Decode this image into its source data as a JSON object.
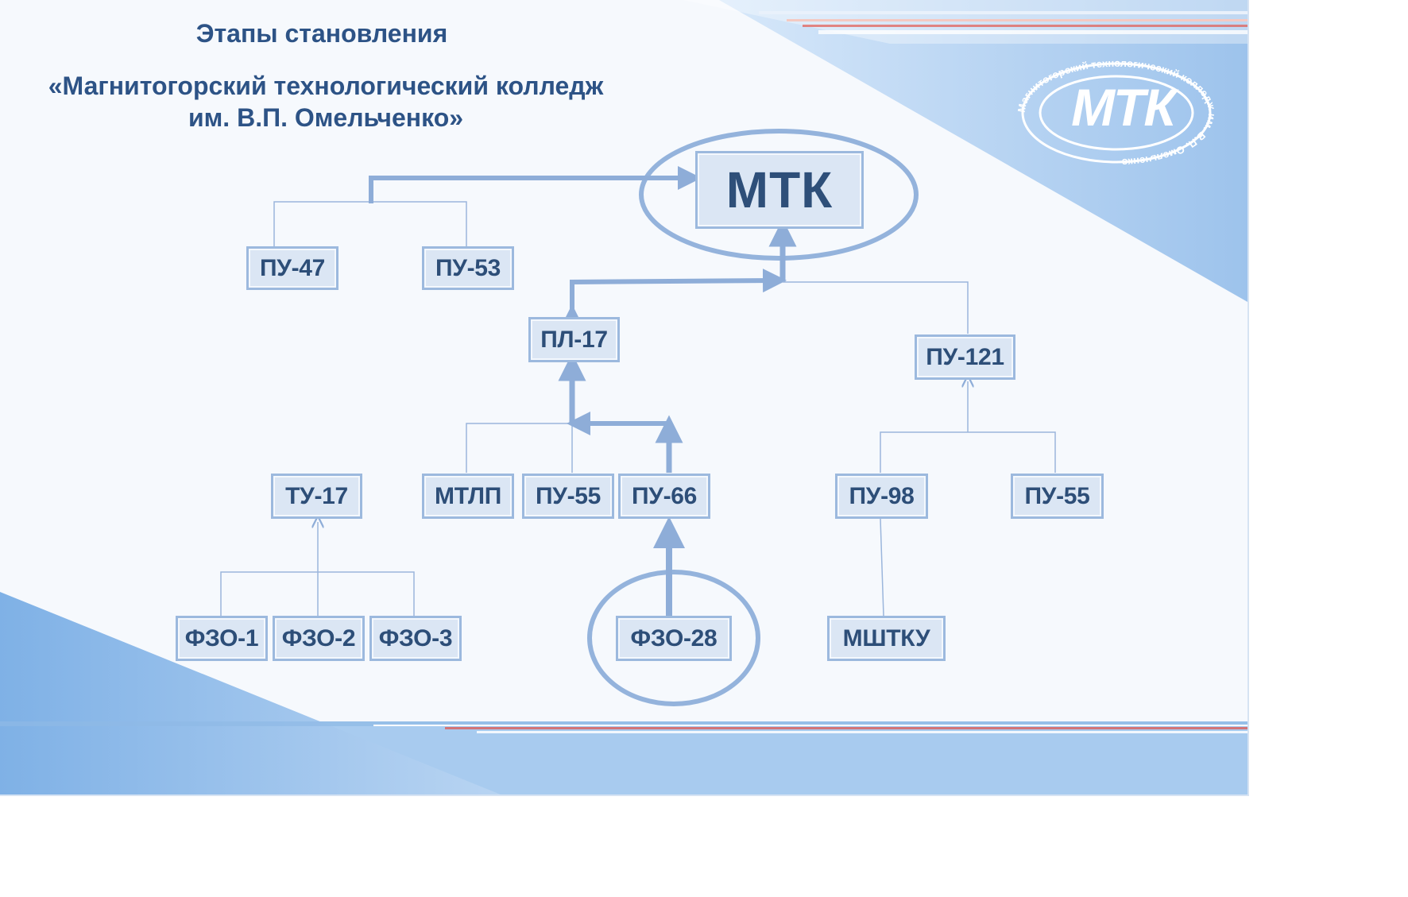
{
  "title": {
    "line1": "Этапы становления",
    "line2": "«Магнитогорский технологический колледж им. В.П. Омельченко»"
  },
  "logo": {
    "text": "МТК",
    "ring_text": "Магнитогорский технологический колледж им. В.П. Омельченко"
  },
  "nodes": {
    "mtk": "МТК",
    "pu47": "ПУ-47",
    "pu53": "ПУ-53",
    "pl17": "ПЛ-17",
    "pu121": "ПУ-121",
    "tu17": "ТУ-17",
    "mtlp": "МТЛП",
    "pu55a": "ПУ-55",
    "pu66": "ПУ-66",
    "pu98": "ПУ-98",
    "pu55b": "ПУ-55",
    "fzo1": "ФЗО-1",
    "fzo2": "ФЗО-2",
    "fzo3": "ФЗО-3",
    "fzo28": "ФЗО-28",
    "mshtku": "МШТКУ"
  },
  "highlighted": [
    "mtk",
    "fzo28"
  ],
  "colors": {
    "title": "#2d5386",
    "box_fill": "#dbe6f4",
    "box_border": "#9cb9de",
    "box_text": "#2d4e78",
    "connector": "#8eadd8",
    "background_band": "#a8cbef",
    "accent_line": "#e2584f"
  }
}
